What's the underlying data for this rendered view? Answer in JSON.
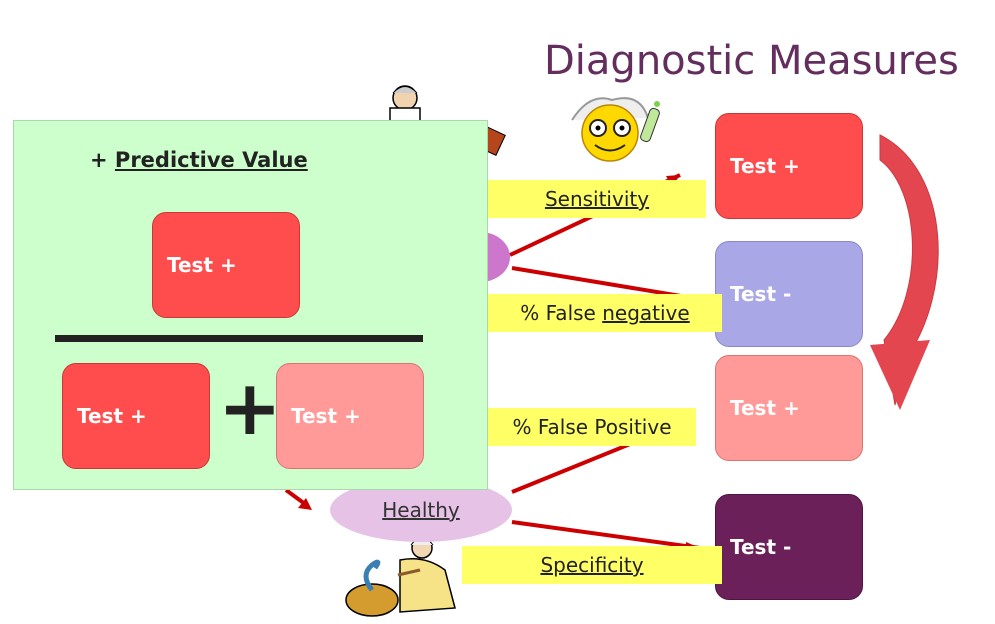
{
  "title": "Diagnostic Measures",
  "boxes": {
    "test_pos_1": "Test +",
    "test_neg_1": "Test -",
    "test_pos_2": "Test +",
    "test_neg_2": "Test -"
  },
  "labels": {
    "sensitivity": "Sensitivity",
    "false_negative_prefix": "% False ",
    "false_negative_word": "negative",
    "false_positive": "% False Positive",
    "specificity": "Specificity",
    "healthy": "Healthy"
  },
  "panel": {
    "title_prefix": "+ ",
    "title_main": "Predictive Value",
    "numerator": "Test +",
    "denominator_left": "Test +",
    "denominator_right": "Test +",
    "plus": "+"
  },
  "colors": {
    "title": "#632d5e",
    "test_positive": "#ff4d4d",
    "test_negative": "#a9a7e6",
    "false_positive": "#ff9a98",
    "true_negative": "#6b2059",
    "label_bg": "#ffff66",
    "panel_bg": "#ccffcc"
  },
  "icons": [
    "doctor-icon",
    "smiley-scientist-icon",
    "snake-charmer-icon"
  ]
}
